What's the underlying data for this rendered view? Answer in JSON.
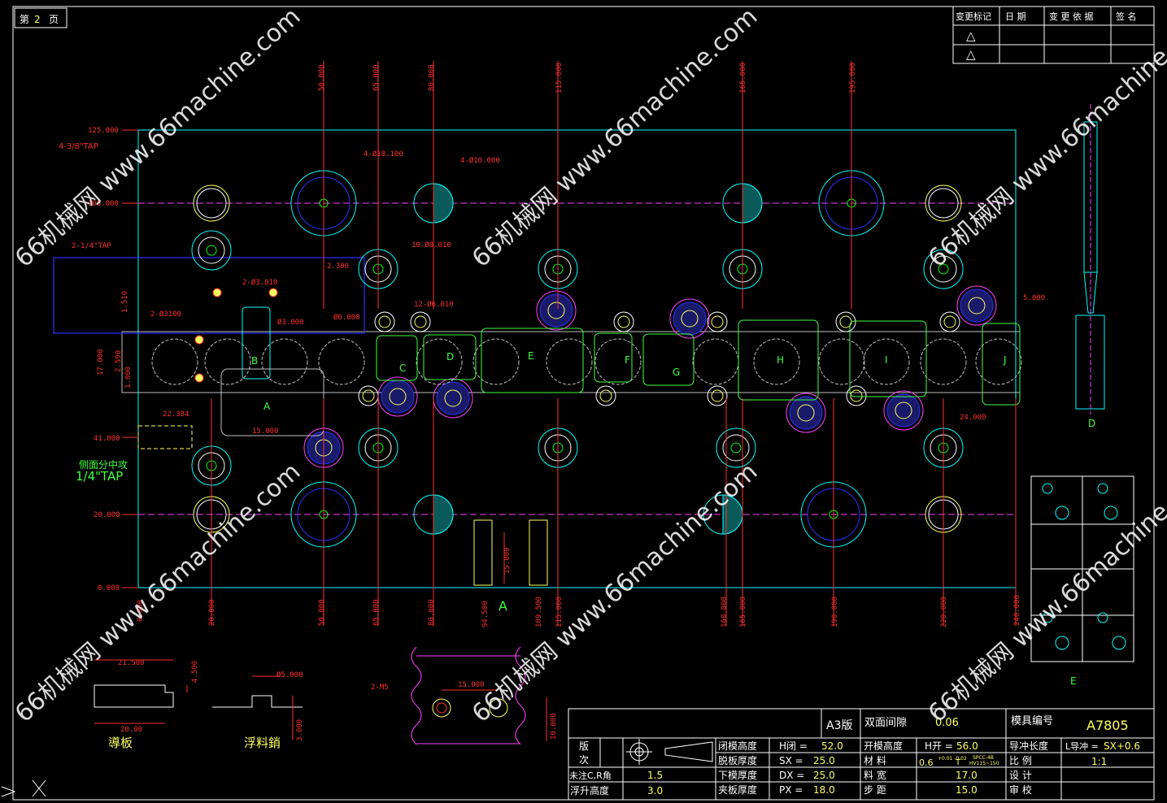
{
  "page": {
    "prefix": "第",
    "number": "2",
    "suffix": "页"
  },
  "revision_table": {
    "headers": [
      "变更标记",
      "日 期",
      "变 更 依 据",
      "签 名"
    ],
    "rows": [
      [
        "△",
        "",
        "",
        ""
      ],
      [
        "△",
        "",
        "",
        ""
      ]
    ]
  },
  "top_dims": [
    "50.000",
    "65.000",
    "80.000",
    "115.000",
    "165.000",
    "195.000"
  ],
  "bottom_dims": [
    "0.000",
    "20.000",
    "50.000",
    "65.000",
    "80.000",
    "94.500",
    "109.500",
    "115.000",
    "160.000",
    "165.000",
    "190.000",
    "220.000",
    "240.000"
  ],
  "left_dims": [
    "125.000",
    "105.000",
    "41.000",
    "20.000",
    "0.000"
  ],
  "left_small_dims": [
    "1.510",
    "17.000",
    "2.590",
    "1.000"
  ],
  "callouts": {
    "tap_38": "4-3/8\"TAP",
    "hole_18": "4-Ø18.100",
    "hole_10": "4-Ø10.000",
    "tap_14": "2-1/4\"TAP",
    "hole_3010": "2-Ø3.010",
    "hole_8": "10-Ø8.010",
    "hole_6": "12-Ø6.010",
    "hole_3100": "2-Ø3100",
    "hole_3": "Ø3.000",
    "hole_6b": "Ø6.000",
    "d_2300": "2.300",
    "d_5000": "5.000",
    "d_22384": "22.384",
    "d_15": "15.000",
    "d_24": "24.000",
    "d_15v": "15.000"
  },
  "station_labels": [
    "A",
    "B",
    "C",
    "D",
    "E",
    "F",
    "G",
    "H",
    "I",
    "J"
  ],
  "side_tap_line1": "侧面分中攻",
  "side_tap_line2": "1/4\"TAP",
  "view_label_a": "A",
  "view_label_d": "D",
  "view_label_e": "E",
  "guide_plate": {
    "label": "導板",
    "w1": "21.500",
    "h1": "4.500",
    "w2": "20.00"
  },
  "float_pin": {
    "label": "浮料銷",
    "d": "Ø5.000",
    "h": "3.000"
  },
  "detail": {
    "label": "2-M5",
    "w": "15.000",
    "h": "10.000"
  },
  "watermark": "66机械网 www.66machine.com",
  "title_block": {
    "size": "A3版",
    "clearance_label": "双面间隙",
    "clearance_value": "0.06",
    "mold_no_label": "模具编号",
    "mold_no": "A7805",
    "edition": "版",
    "times": "次",
    "unmarked_label": "未注C,R角",
    "unmarked_value": "1.5",
    "float_h_label": "浮升高度",
    "float_h_value": "3.0",
    "closed_label": "闭模高度",
    "closed_key": "H闭 =",
    "closed_value": "52.0",
    "open_label": "开模高度",
    "open_key": "H开 =",
    "open_value": "56.0",
    "guide_len_label": "导冲长度",
    "guide_len_key": "L导冲 =",
    "guide_len_value": "SX+0.6",
    "stripper_label": "脱板厚度",
    "sx_key": "SX =",
    "sx_value": "25.0",
    "material_label": "材 料",
    "material_value": "0.6",
    "material_tol": "+0.01 -0.02",
    "material_t": "T",
    "material_spec1": "SPCC-4B",
    "material_spec2": "HV115~150",
    "scale_label": "比 例",
    "scale_value": "1:1",
    "lower_label": "下模厚度",
    "dx_key": "DX =",
    "dx_value": "25.0",
    "width_label": "料 宽",
    "width_value": "17.0",
    "design_label": "设 计",
    "clamp_label": "夹板厚度",
    "px_key": "PX =",
    "px_value": "18.0",
    "pitch_label": "步 距",
    "pitch_value": "15.0",
    "check_label": "审 校"
  }
}
